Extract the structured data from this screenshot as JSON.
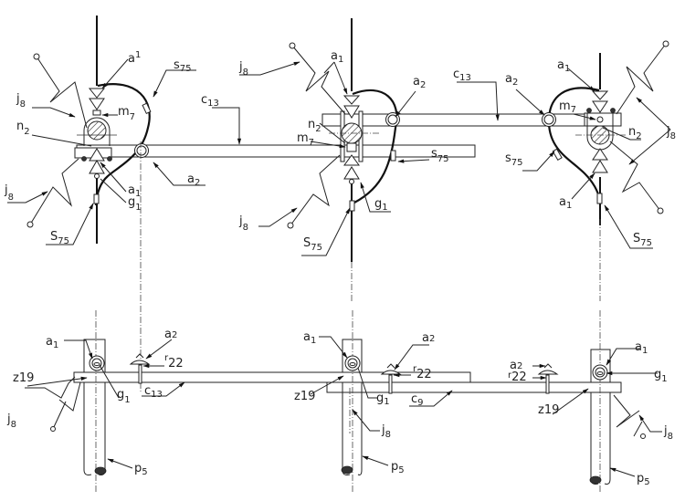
{
  "title": "Overhead line conductor suspension and bypass cable arrangement",
  "top_view": {
    "assemblies": [
      {
        "id": "left",
        "labels": {
          "a1_upper": {
            "main": "a",
            "sub": "1"
          },
          "s75_upper": {
            "main": "s",
            "sub": "75"
          },
          "j8_upper": {
            "main": "j",
            "sub": "8"
          },
          "m7": {
            "main": "m",
            "sub": "7"
          },
          "n2": {
            "main": "n",
            "sub": "2"
          },
          "a1_lower": {
            "main": "a",
            "sub": "1"
          },
          "g1": {
            "main": "g",
            "sub": "1"
          },
          "j8_lower": {
            "main": "j",
            "sub": "8"
          },
          "s75_lower": {
            "main": "S",
            "sub": "75"
          },
          "a2": {
            "main": "a",
            "sub": "2"
          }
        }
      },
      {
        "id": "middle",
        "labels": {
          "j8_upper": {
            "main": "j",
            "sub": "8"
          },
          "a1": {
            "main": "a",
            "sub": "1"
          },
          "a2": {
            "main": "a",
            "sub": "2"
          },
          "n2": {
            "main": "n",
            "sub": "2"
          },
          "m7": {
            "main": "m",
            "sub": "7"
          },
          "s75_right": {
            "main": "s",
            "sub": "75"
          },
          "g1": {
            "main": "g",
            "sub": "1"
          },
          "j8_lower": {
            "main": "j",
            "sub": "8"
          },
          "s75_lower": {
            "main": "S",
            "sub": "75"
          }
        }
      },
      {
        "id": "right",
        "labels": {
          "a1_upper": {
            "main": "a",
            "sub": "1"
          },
          "a2": {
            "main": "a",
            "sub": "2"
          },
          "m7": {
            "main": "m",
            "sub": "7"
          },
          "n2": {
            "main": "n",
            "sub": "2"
          },
          "j8": {
            "main": "j",
            "sub": "8"
          },
          "s75_left": {
            "main": "s",
            "sub": "75"
          },
          "a1_lower": {
            "main": "a",
            "sub": "1"
          },
          "s75_lower": {
            "main": "S",
            "sub": "75"
          }
        }
      }
    ],
    "crossarm_left": {
      "main": "c",
      "sub": "13"
    },
    "crossarm_right": {
      "main": "c",
      "sub": "13"
    }
  },
  "side_view": {
    "poles": [
      {
        "id": "left",
        "labels": {
          "a1": {
            "main": "a",
            "sub": "1"
          },
          "a2": {
            "main": "a",
            "sub": "2"
          },
          "r22": {
            "main": "r",
            "sub": "22"
          },
          "z19": {
            "main": "z",
            "sub": "19"
          },
          "g1": {
            "main": "g",
            "sub": "1"
          },
          "c13": {
            "main": "c",
            "sub": "13"
          },
          "j8": {
            "main": "j",
            "sub": "8"
          },
          "p5": {
            "main": "p",
            "sub": "5"
          }
        }
      },
      {
        "id": "middle",
        "labels": {
          "a1": {
            "main": "a",
            "sub": "1"
          },
          "a2": {
            "main": "a",
            "sub": "2"
          },
          "r22": {
            "main": "r",
            "sub": "22"
          },
          "z19": {
            "main": "z",
            "sub": "19"
          },
          "g1": {
            "main": "g",
            "sub": "1"
          },
          "c9": {
            "main": "c",
            "sub": "9"
          },
          "j8": {
            "main": "j",
            "sub": "8"
          },
          "p5": {
            "main": "p",
            "sub": "5"
          }
        }
      },
      {
        "id": "right",
        "labels": {
          "a1": {
            "main": "a",
            "sub": "1"
          },
          "a2": {
            "main": "a",
            "sub": "2"
          },
          "r22": {
            "main": "r",
            "sub": "22"
          },
          "z19": {
            "main": "z",
            "sub": "19"
          },
          "g1": {
            "main": "g",
            "sub": "1"
          },
          "j8": {
            "main": "j",
            "sub": "8"
          },
          "p5": {
            "main": "p",
            "sub": "5"
          }
        }
      }
    ]
  },
  "colors": {
    "line": "#222222",
    "background": "#ffffff"
  }
}
